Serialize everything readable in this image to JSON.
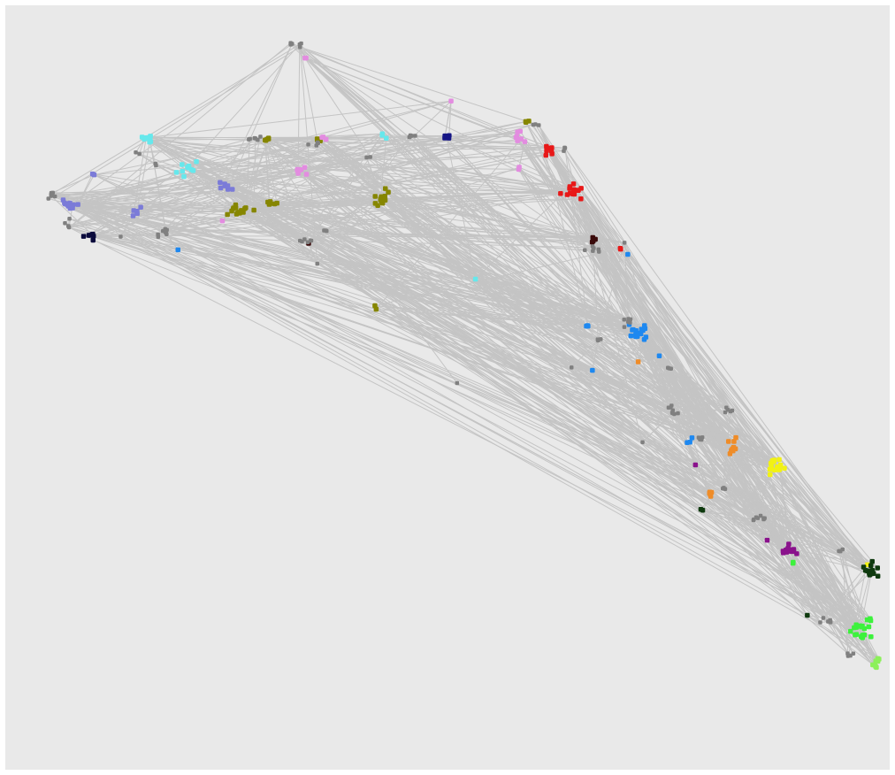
{
  "figure": {
    "background_color": "#e9e9e9",
    "edge_color": "#c4c4c4",
    "unclustered_node_color": "#808080"
  },
  "clusters": [
    {
      "id": "periwinkle",
      "color": "#7b7bd8"
    },
    {
      "id": "cyan",
      "color": "#66e8ec"
    },
    {
      "id": "navy-dark",
      "color": "#0a0a3c"
    },
    {
      "id": "olive",
      "color": "#868600"
    },
    {
      "id": "pink",
      "color": "#e38ce0"
    },
    {
      "id": "navy",
      "color": "#151585"
    },
    {
      "id": "red",
      "color": "#e81818"
    },
    {
      "id": "maroon",
      "color": "#3a0a0a"
    },
    {
      "id": "azure",
      "color": "#1e88f0"
    },
    {
      "id": "orange",
      "color": "#ef8c28"
    },
    {
      "id": "yellow",
      "color": "#f2f214"
    },
    {
      "id": "purple",
      "color": "#8a128c"
    },
    {
      "id": "dark-green",
      "color": "#0f3a0f"
    },
    {
      "id": "green",
      "color": "#3cf23c"
    },
    {
      "id": "light-green",
      "color": "#8cf05a"
    }
  ]
}
